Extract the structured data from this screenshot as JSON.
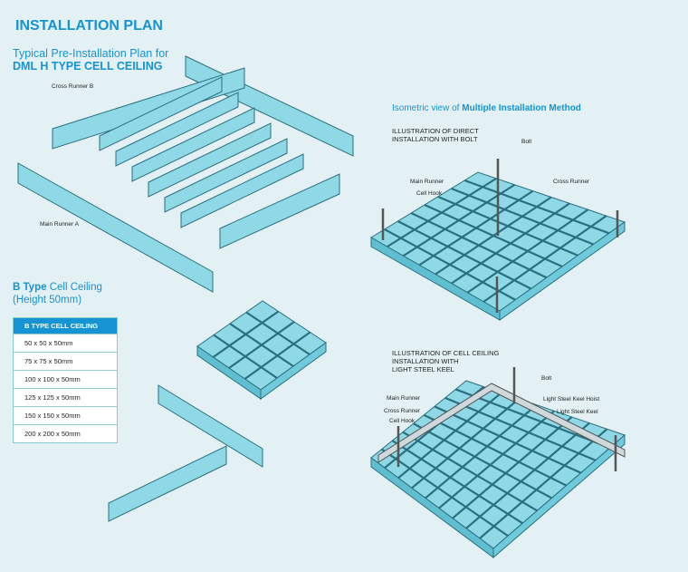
{
  "title": "INSTALLATION PLAN",
  "plan": {
    "line1": "Typical Pre-Installation Plan for",
    "line2": "DML H TYPE CELL CEILING",
    "cross_runner_b": "Cross Runner B",
    "main_runner_a": "Main Runner A"
  },
  "isometric": {
    "prefix": "Isometric view of ",
    "bold": "Multiple Installation Method"
  },
  "direct": {
    "caption1": "ILLUSTRATION OF DIRECT",
    "caption2": "INSTALLATION WITH BOLT",
    "bolt": "Bolt",
    "main_runner": "Main Runner",
    "cell_hook": "Cell Hook",
    "cross_runner": "Cross Runner"
  },
  "keel": {
    "caption1": "ILLUSTRATION OF CELL CEILING",
    "caption2": "INSTALLATION WITH",
    "caption3": "LIGHT STEEL KEEL",
    "bolt": "Bolt",
    "main_runner": "Main Runner",
    "cross_runner": "Cross Runner",
    "cell_hook": "Cell Hook",
    "hoist": "Light Steel Keel Hoist",
    "keel": "Light Steel Keel"
  },
  "btype": {
    "bold": "B Type",
    "rest": " Cell Ceiling",
    "height": "(Height 50mm)"
  },
  "table": {
    "header": "B TYPE CELL CEILING",
    "rows": [
      "50 x 50 x 50mm",
      "75 x 75 x 50mm",
      "100 x 100 x 50mm",
      "125 x 125 x 50mm",
      "150 x 150 x 50mm",
      "200 x 200 x 50mm"
    ]
  },
  "colors": {
    "accent": "#1593d3",
    "panel": "#8fd9e6"
  }
}
